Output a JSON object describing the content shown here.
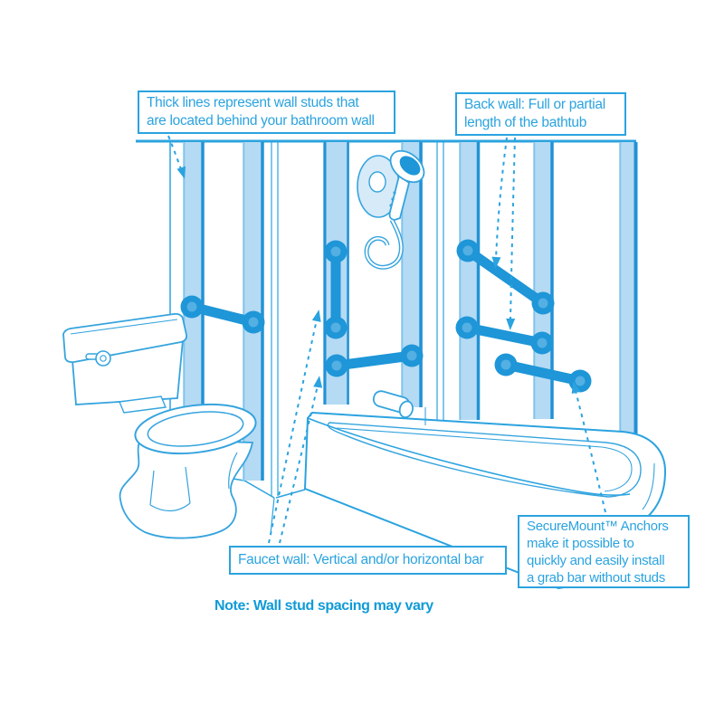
{
  "callouts": {
    "studs": {
      "line1": "Thick lines represent wall studs that",
      "line2": "are located behind your bathroom wall"
    },
    "back_wall": {
      "line1": "Back wall: Full or partial",
      "line2": "length of the bathtub"
    },
    "faucet_wall": {
      "line1": "Faucet wall: Vertical and/or horizontal bar"
    },
    "securemount": {
      "line1": "SecureMount™ Anchors",
      "line2": "make it possible to",
      "line3": "quickly and easily install",
      "line4": "a grab bar without studs"
    }
  },
  "note": {
    "text": "Note: Wall stud spacing may vary"
  },
  "colors": {
    "accent_blue": "#2BA3DF",
    "grab_bar_blue": "#1E96D8",
    "stud_fill_blue": "#B5DAF3",
    "stud_edge_blue": "#2292D6",
    "note_text_blue": "#0F9BD8",
    "fixture_outline_blue": "#35A4DE"
  }
}
